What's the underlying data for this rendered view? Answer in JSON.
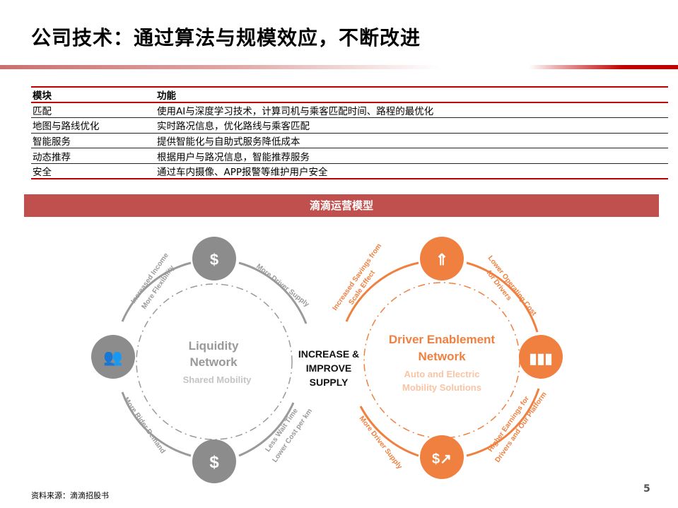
{
  "title": "公司技术：通过算法与规模效应，不断改进",
  "table": {
    "headers": [
      "模块",
      "功能"
    ],
    "rows": [
      [
        "匹配",
        "使用AI与深度学习技术，计算司机与乘客匹配时间、路程的最优化"
      ],
      [
        "地图与路线优化",
        "实时路况信息，优化路线与乘客匹配"
      ],
      [
        "智能服务",
        "提供智能化与自助式服务降低成本"
      ],
      [
        "动态推荐",
        "根据用户与路况信息，智能推荐服务"
      ],
      [
        "安全",
        "通过车内摄像、APP报警等维护用户安全"
      ]
    ]
  },
  "banner": "滴滴运营模型",
  "diagram": {
    "left": {
      "title1": "Liquidity",
      "title2": "Network",
      "subtitle": "Shared Mobility",
      "color": "#8c8c8c",
      "labels": [
        "Increased Income",
        "More Flexibility",
        "More Driver Supply",
        "Less Wait Time",
        "Lower Cost per km",
        "More Rider Demand"
      ],
      "icons": [
        "people-dollar-icon",
        "group-icon",
        "dollar-clock-icon"
      ]
    },
    "center": {
      "line1": "INCREASE &",
      "line2": "IMPROVE",
      "line3": "SUPPLY"
    },
    "right": {
      "title1": "Driver Enablement",
      "title2": "Network",
      "sub1": "Auto and Electric",
      "sub2": "Mobility Solutions",
      "color": "#f08040",
      "labels": [
        "Increased Savings from",
        "Scale Effect",
        "Lower Operating Cost",
        "for Drivers",
        "Higher Earnings for",
        "Drivers and Our Platform",
        "More Driver Supply"
      ],
      "icons": [
        "growth-coins-icon",
        "bar-chart-icon",
        "person-earnings-icon"
      ]
    }
  },
  "source": "资料来源：滴滴招股书",
  "page": "5"
}
